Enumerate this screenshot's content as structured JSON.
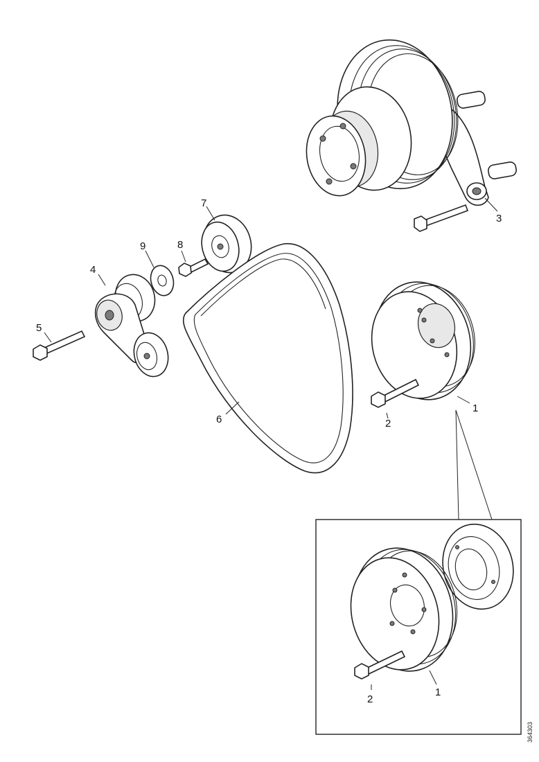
{
  "callouts": {
    "c1_main": "1",
    "c2_main": "2",
    "c3": "3",
    "c4": "4",
    "c5": "5",
    "c6": "6",
    "c7": "7",
    "c8": "8",
    "c9": "9",
    "c1_inset": "1",
    "c2_inset": "2"
  },
  "document_id": "364303"
}
